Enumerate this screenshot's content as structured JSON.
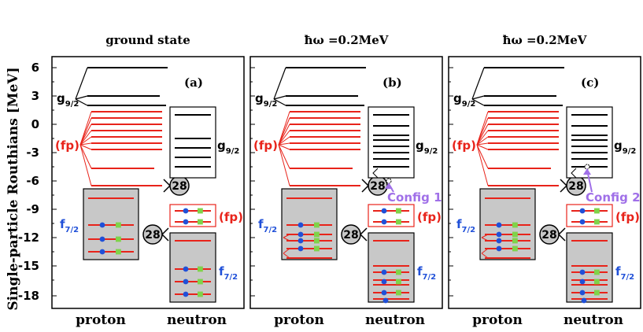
{
  "figure": {
    "y_axis_label": "Single-particle Routhians [MeV]",
    "y_ticks": [
      "6",
      "3",
      "0",
      "-3",
      "-6",
      "-9",
      "-12",
      "-15",
      "-18"
    ],
    "x_labels": [
      "proton",
      "neutron"
    ],
    "panels": [
      {
        "header": "ground state",
        "letter": "(a)",
        "config": ""
      },
      {
        "header": "ħω =0.2MeV",
        "letter": "(b)",
        "config": "Config 1"
      },
      {
        "header": "ħω =0.2MeV",
        "letter": "(c)",
        "config": "Config 2"
      }
    ],
    "labels": {
      "g92": "g",
      "g92_sub": "9/2",
      "fp": "(fp)",
      "f72": "f",
      "f72_sub": "7/2",
      "magic": "28"
    },
    "colors": {
      "red": "#e8231a",
      "blue": "#2050d8",
      "green": "#7fd34a",
      "violet": "#a070e8",
      "box_fill": "#c8c8c8"
    }
  }
}
